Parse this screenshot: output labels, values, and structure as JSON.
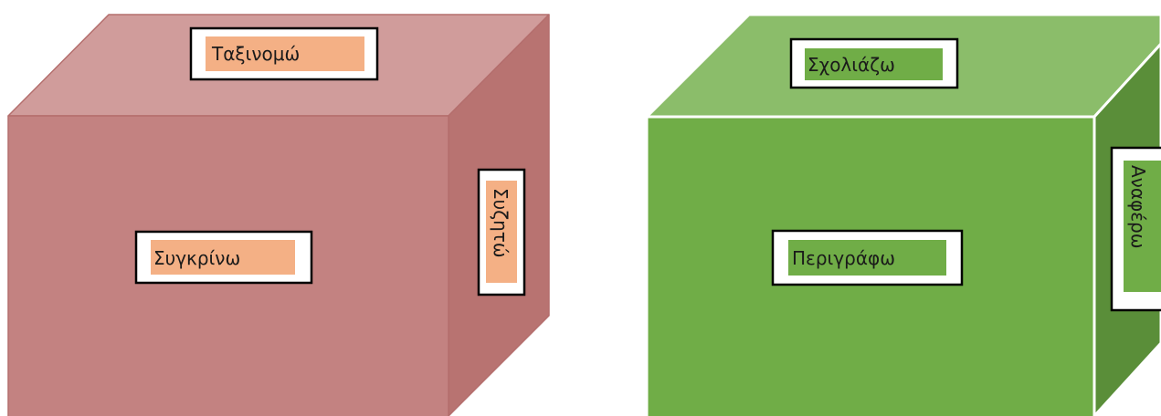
{
  "colors": {
    "red_front": "#c38281",
    "red_top": "#d09c9b",
    "red_side": "#b87371",
    "red_outline": "#b46e6d",
    "red_label_fill": "#f4b085",
    "green_front": "#70ad47",
    "green_top": "#8bbd6a",
    "green_side": "#5a8e39",
    "green_outline": "#ffffff",
    "green_label_fill": "#70ad47",
    "label_frame": "#000000",
    "label_frame_fill": "#ffffff"
  },
  "cubes": {
    "red": {
      "top_label": "Ταξινομώ",
      "front_label": "Συγκρίνω",
      "side_label": "Συζητώ"
    },
    "green": {
      "top_label": "Σχολιάζω",
      "front_label": "Περιγράφω",
      "side_label": "Αναφέρω"
    }
  }
}
